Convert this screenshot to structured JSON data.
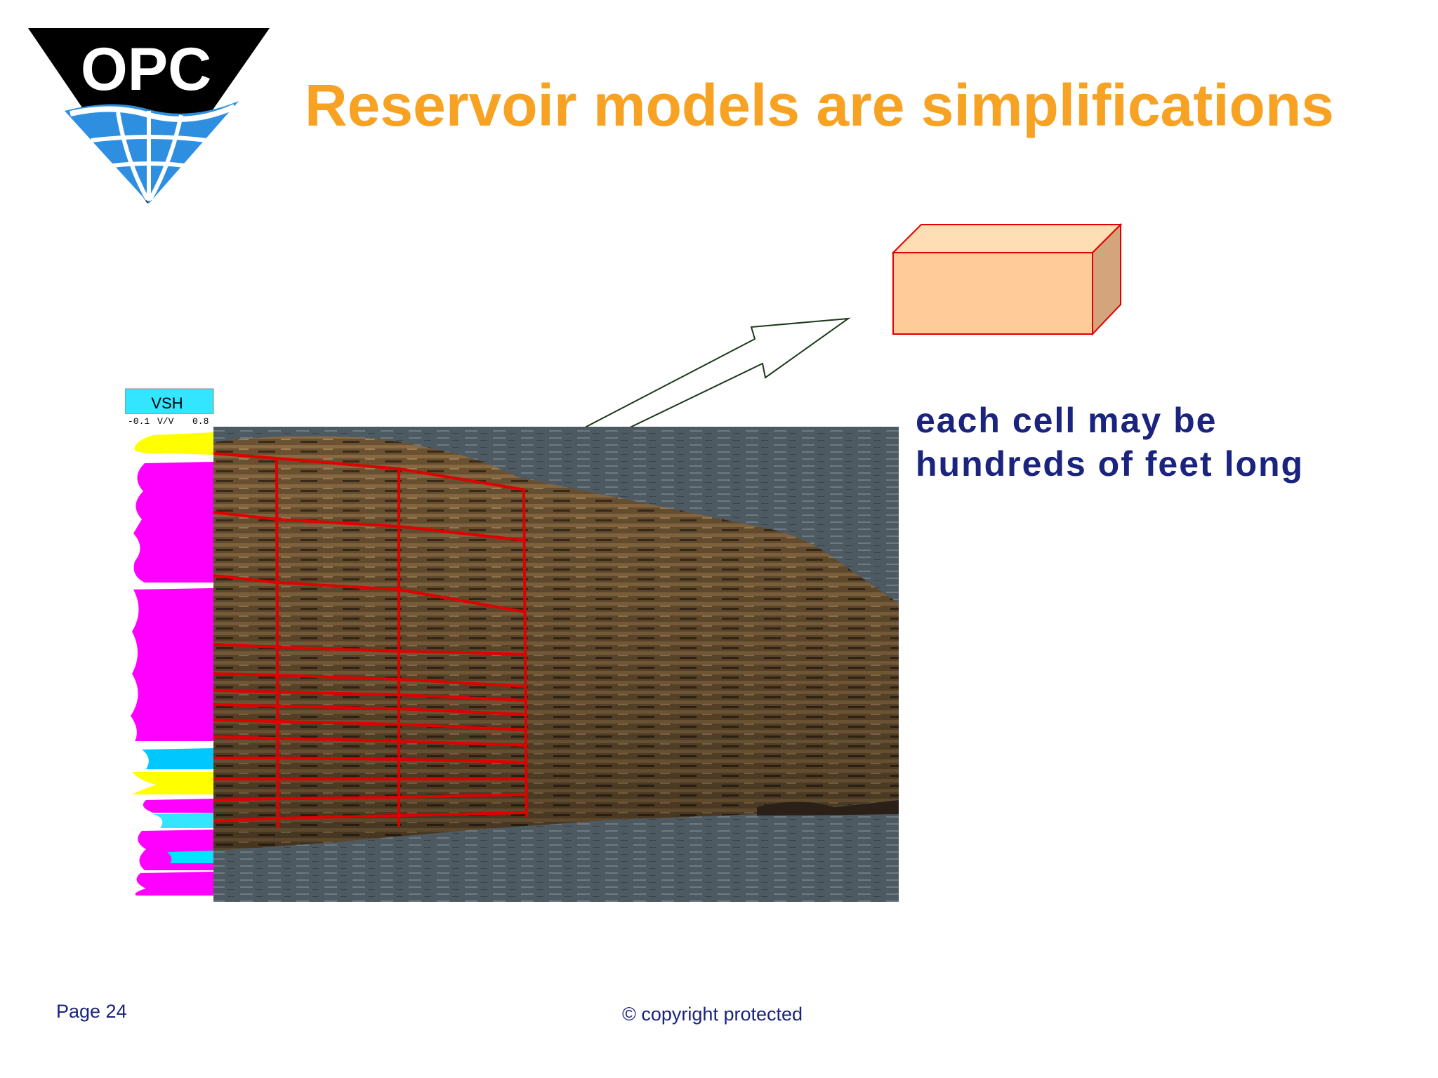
{
  "logo": {
    "text": "OPC",
    "icon": "globe-icon"
  },
  "title": "Reservoir models are simplifications",
  "caption": "each cell may be hundreds of feet long",
  "log": {
    "header": "VSH",
    "scale_min": "-0.1",
    "scale_unit": "V/V",
    "scale_max": "0.8"
  },
  "footer": {
    "page": "Page 24",
    "copyright": "© copyright protected"
  },
  "colors": {
    "title": "#F7A222",
    "caption": "#1A237E",
    "grid": "#E00000",
    "cell_fill": "#FFCC99",
    "log_sand": "#FFFF00",
    "log_shale": "#FF00FF",
    "log_mixed": "#00E5FF"
  }
}
